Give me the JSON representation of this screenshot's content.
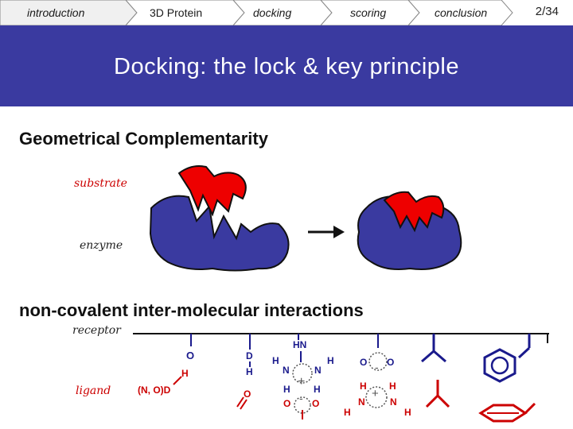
{
  "nav": {
    "tabs": [
      {
        "label": "introduction",
        "active": true
      },
      {
        "label": "3D Protein",
        "active": false
      },
      {
        "label": "docking",
        "active": false
      },
      {
        "label": "scoring",
        "active": false
      },
      {
        "label": "conclusion",
        "active": false
      }
    ],
    "page_number": "2/34"
  },
  "title": "Docking: the lock & key principle",
  "section1": {
    "heading": "Geometrical Complementarity",
    "substrate_label": "substrate",
    "enzyme_label": "enzyme"
  },
  "section2": {
    "heading": "non-covalent inter-molecular interactions",
    "receptor_label": "receptor",
    "ligand_label": "ligand",
    "ligand_group_label": "(N, O)D"
  },
  "colors": {
    "banner": "#3a3aa0",
    "enzyme": "#3a3aa0",
    "substrate": "#ee0000",
    "receptor_chem": "#1a1a8c",
    "ligand_chem": "#cc0000"
  }
}
